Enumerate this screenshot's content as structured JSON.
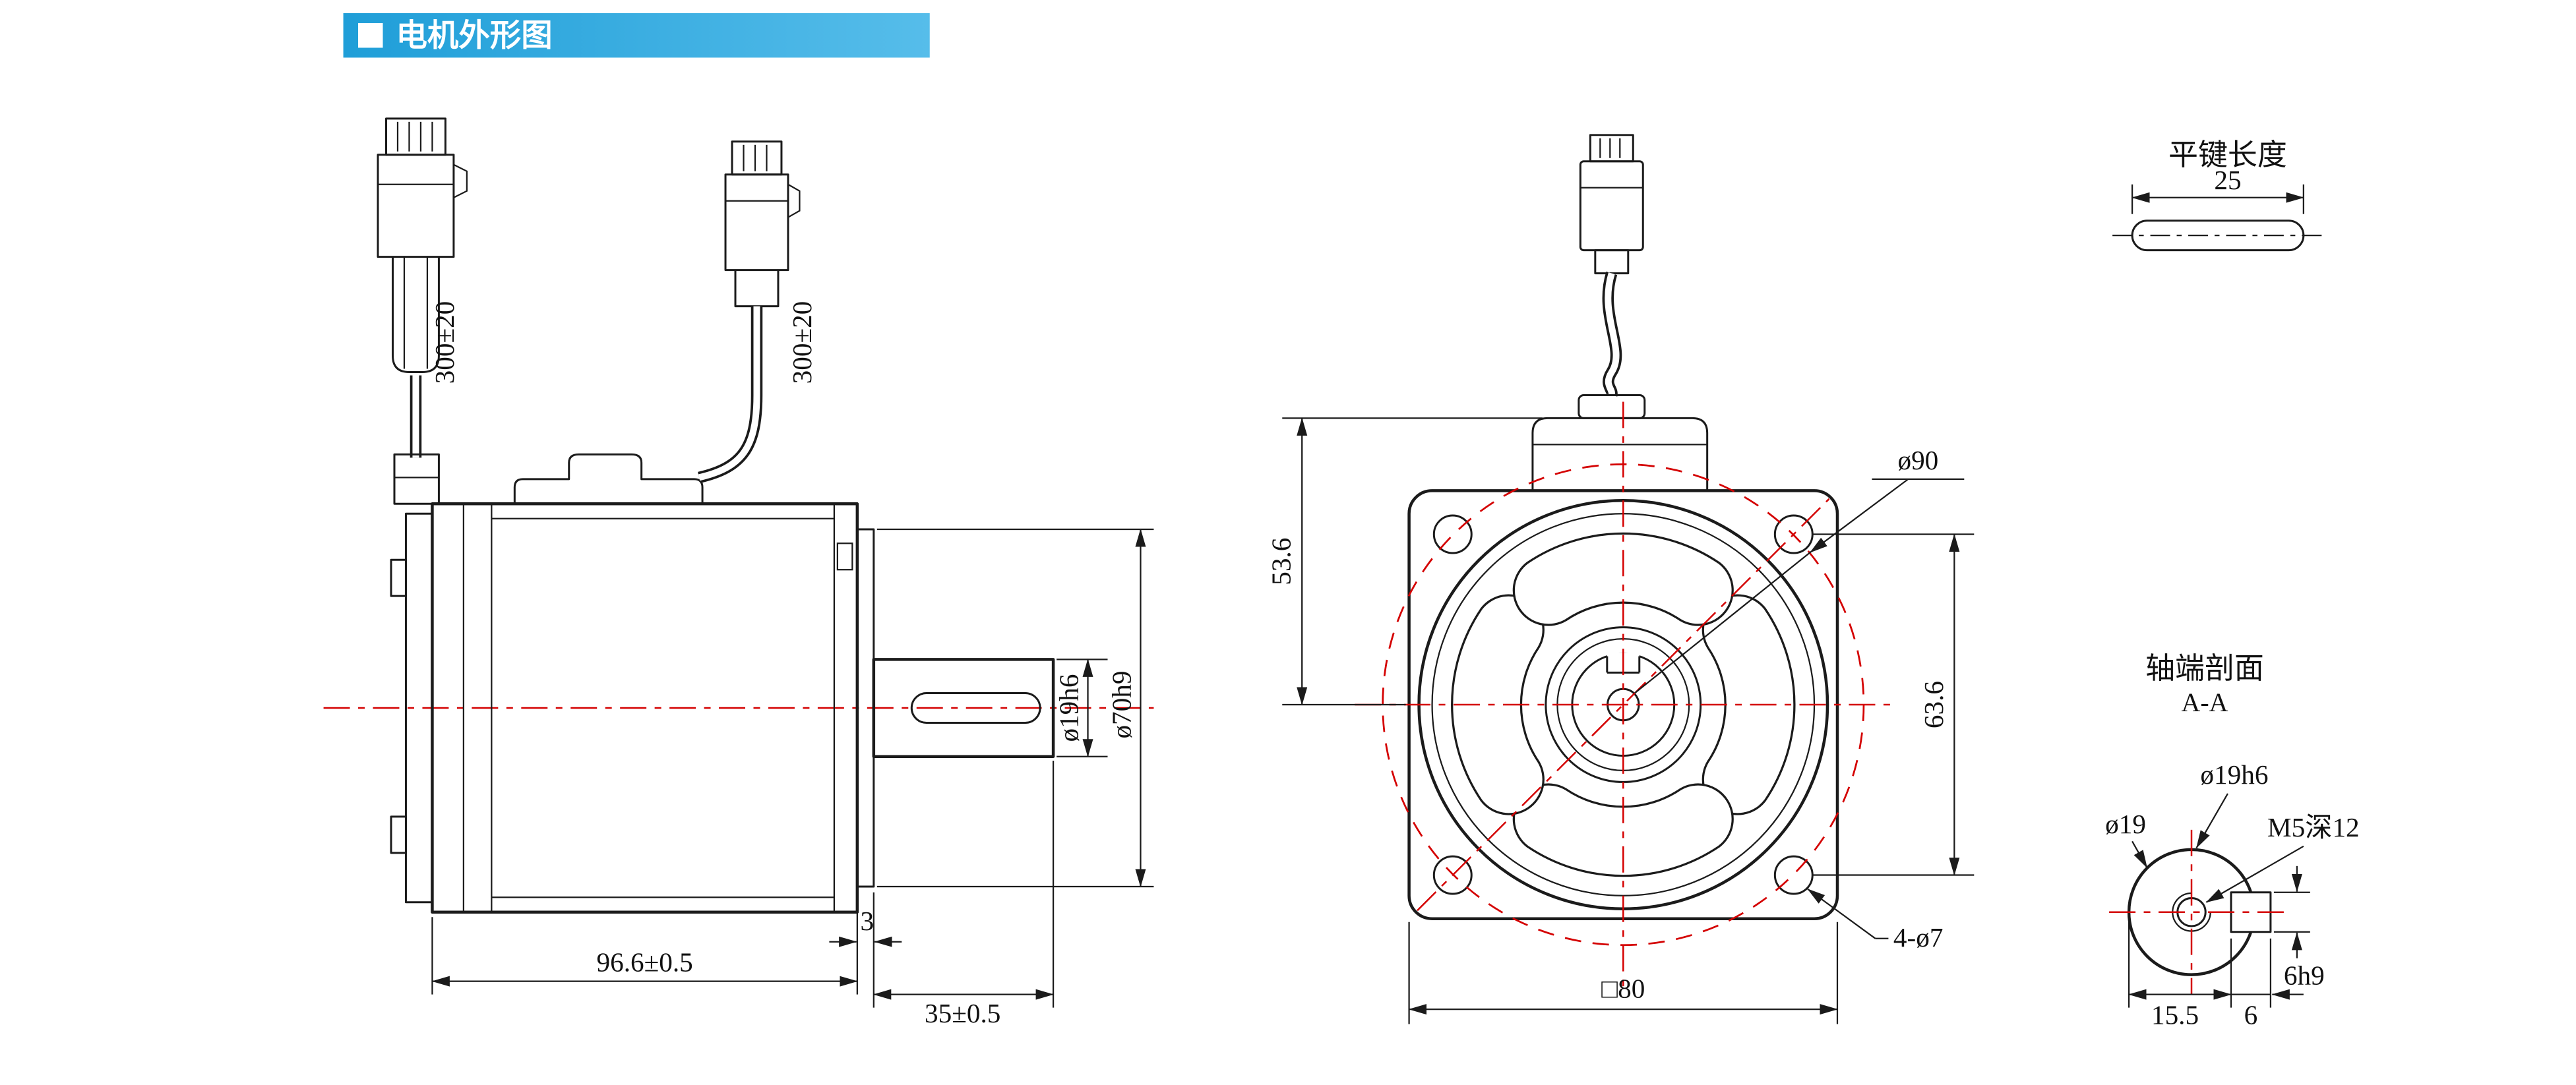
{
  "title": "电机外形图",
  "colors": {
    "accent": "#2fa8dd",
    "line": "#1b1b1b",
    "centerline": "#d40000"
  },
  "side_view": {
    "cable1_length": "300±20",
    "cable2_length": "300±20",
    "dim_body_length": "96.6±0.5",
    "dim_boss": "3",
    "dim_shaft_length": "35±0.5",
    "dim_shaft_dia": "ø19h6",
    "dim_pilot_dia": "ø70h9"
  },
  "front_view": {
    "dim_bolt_circle": "ø90",
    "dim_hub_height": "53.6",
    "dim_hole_spacing": "63.6",
    "dim_holes": "4-ø7",
    "dim_square": "□80"
  },
  "key_detail": {
    "title": "平键长度",
    "dim_length": "25"
  },
  "shaft_section": {
    "title": "轴端剖面",
    "subtitle": "A-A",
    "dim_dia": "ø19",
    "dim_dia_tol": "ø19h6",
    "dim_tap": "M5深12",
    "dim_key_width": "6h9",
    "dim_flat": "15.5",
    "dim_key_height": "6"
  }
}
